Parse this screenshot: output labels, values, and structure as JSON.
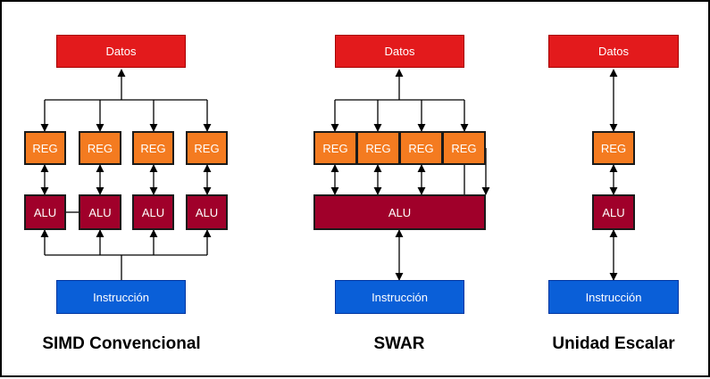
{
  "labels": {
    "datos": "Datos",
    "instruccion": "Instrucción",
    "reg": "REG",
    "alu": "ALU"
  },
  "captions": {
    "simd": "SIMD Convencional",
    "swar": "SWAR",
    "scalar": "Unidad Escalar"
  },
  "colors": {
    "datos": "#e31a1c",
    "instruccion": "#0a5fd8",
    "reg": "#f47b20",
    "alu": "#a0002a"
  }
}
